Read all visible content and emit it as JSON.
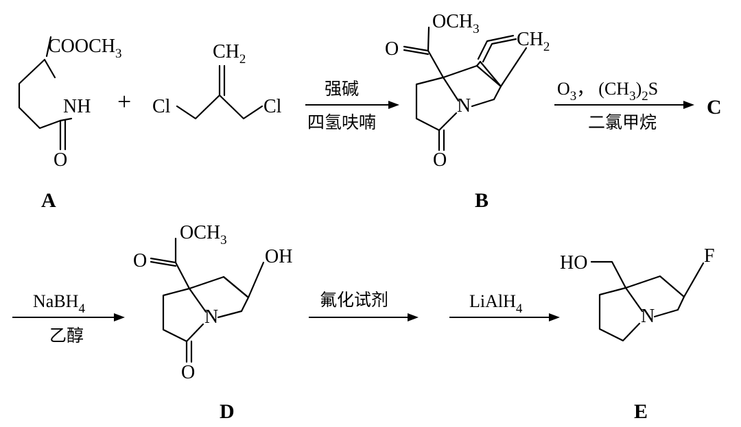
{
  "compounds": {
    "A": {
      "label": "A",
      "ester": "COOCH",
      "ester_sub": "3",
      "nh": "NH",
      "o": "O"
    },
    "allyl": {
      "ch2": "CH",
      "ch2_sub": "2",
      "cl_left": "Cl",
      "cl_right": "Cl"
    },
    "B": {
      "label": "B",
      "och3": "OCH",
      "och3_sub": "3",
      "o_ester": "O",
      "ch2": "CH",
      "ch2_sub": "2",
      "n": "N",
      "o": "O"
    },
    "C": {
      "label": "C"
    },
    "D": {
      "label": "D",
      "och3": "OCH",
      "och3_sub": "3",
      "o_ester": "O",
      "oh": "OH",
      "n": "N",
      "o": "O"
    },
    "E": {
      "label": "E",
      "ho": "HO",
      "f": "F",
      "n": "N"
    }
  },
  "plus": "+",
  "arrows": {
    "a1": {
      "above": "强碱",
      "below": "四氢呋喃"
    },
    "a2": {
      "o3": "O",
      "o3_sub": "3",
      "sep": "，",
      "dms_a": "(CH",
      "dms_sub1": "3",
      "dms_b": ")",
      "dms_sub2": "2",
      "dms_c": "S",
      "below": "二氯甲烷"
    },
    "a3": {
      "reagent": "NaBH",
      "reagent_sub": "4",
      "below": "乙醇"
    },
    "a4": {
      "above": "氟化试剂"
    },
    "a5": {
      "reagent": "LiAlH",
      "reagent_sub": "4"
    }
  }
}
